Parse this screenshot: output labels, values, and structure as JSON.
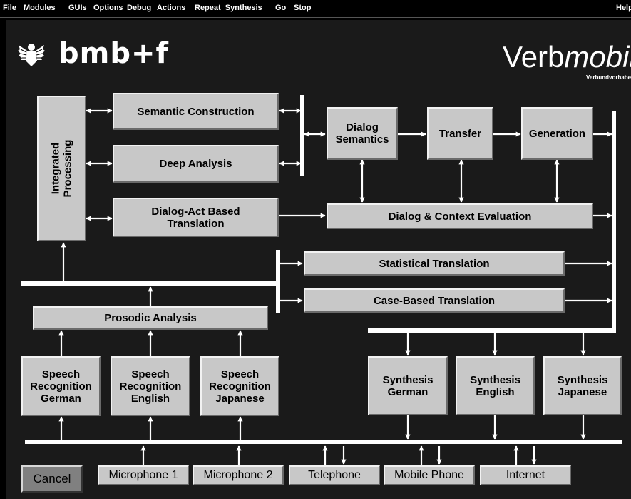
{
  "menu": {
    "file": "File",
    "modules": "Modules",
    "guis": "GUIs",
    "options": "Options",
    "debug": "Debug",
    "actions": "Actions",
    "repeat_synthesis": "Repeat_Synthesis",
    "go": "Go",
    "stop": "Stop",
    "help": "Help"
  },
  "logos": {
    "bmbf": "bmb+f",
    "verbmobil_prefix": "Verb",
    "verbmobil_suffix": "mobil",
    "verbmobil_sub": "Verbundvorhaben",
    "eagle_icon": "federal-eagle-icon"
  },
  "modules": {
    "integrated_processing": "Integrated\nProcessing",
    "semantic_construction": "Semantic Construction",
    "deep_analysis": "Deep Analysis",
    "dialog_act_translation": "Dialog-Act Based\nTranslation",
    "dialog_semantics": "Dialog\nSemantics",
    "transfer": "Transfer",
    "generation": "Generation",
    "dialog_context_evaluation": "Dialog & Context Evaluation",
    "statistical_translation": "Statistical Translation",
    "case_based_translation": "Case-Based Translation",
    "prosodic_analysis": "Prosodic Analysis",
    "speech_recognition_german": "Speech\nRecognition\nGerman",
    "speech_recognition_english": "Speech\nRecognition\nEnglish",
    "speech_recognition_japanese": "Speech\nRecognition\nJapanese",
    "synthesis_german": "Synthesis\nGerman",
    "synthesis_english": "Synthesis\nEnglish",
    "synthesis_japanese": "Synthesis\nJapanese"
  },
  "io": {
    "cancel": "Cancel",
    "microphone_1": "Microphone 1",
    "microphone_2": "Microphone 2",
    "telephone": "Telephone",
    "mobile_phone": "Mobile Phone",
    "internet": "Internet"
  },
  "colors": {
    "background": "#1a1a1a",
    "box": "#c8c8c8",
    "line": "#ffffff"
  }
}
